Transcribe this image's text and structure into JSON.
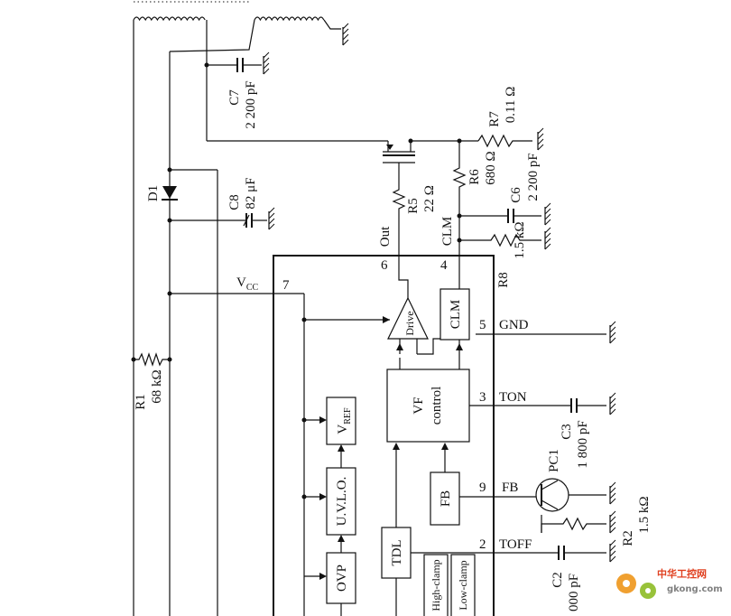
{
  "components": {
    "c7": {
      "ref": "C7",
      "value": "2 200 pF"
    },
    "r7": {
      "ref": "R7",
      "value": "0.11 Ω"
    },
    "r6": {
      "ref": "R6",
      "value": "680 Ω"
    },
    "c6": {
      "ref": "C6",
      "value": "2 200 pF"
    },
    "d1": {
      "ref": "D1"
    },
    "c8": {
      "ref": "C8",
      "value": "82 μF"
    },
    "r5": {
      "ref": "R5",
      "value": "22 Ω"
    },
    "r8": {
      "ref": "R8",
      "value": "1.5 kΩ"
    },
    "r1": {
      "ref": "R1",
      "value": "68 kΩ"
    },
    "c3": {
      "ref": "C3",
      "value": "1 800 pF"
    },
    "pc1": {
      "ref": "PC1"
    },
    "r2": {
      "ref": "R2",
      "value": "1.5 kΩ"
    },
    "c2": {
      "ref": "C2",
      "value": "000 pF"
    }
  },
  "ic": {
    "vcc_main": "V",
    "vcc_sub": "CC",
    "vref_main": "V",
    "vref_sub": "REF",
    "uvlo": "U.V.L.O.",
    "ovp": "OVP",
    "tdl": "TDL",
    "fb": "FB",
    "clm": "CLM",
    "drive": "Drive",
    "vf_line1": "VF",
    "vf_line2": "control",
    "high_clamp": "High-clamp",
    "low_clamp": "Low-clamp"
  },
  "pins": [
    {
      "num": "6",
      "name": "Out"
    },
    {
      "num": "4",
      "name": "CLM"
    },
    {
      "num": "7",
      "name": "VCC"
    },
    {
      "num": "5",
      "name": "GND"
    },
    {
      "num": "3",
      "name": "TON"
    },
    {
      "num": "9",
      "name": "FB"
    },
    {
      "num": "2",
      "name": "TOFF"
    }
  ],
  "watermark": {
    "brand": "中华工控网",
    "url": "gkong.com"
  }
}
